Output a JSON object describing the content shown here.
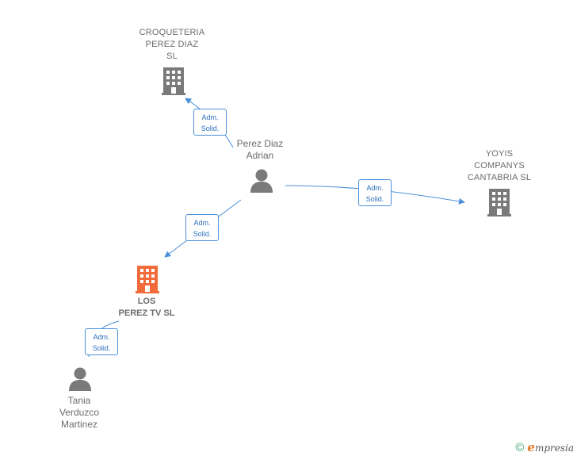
{
  "nodes": {
    "croqueteria": {
      "label": "CROQUETERIA\nPEREZ DIAZ\nSL",
      "type": "company",
      "color": "#7a7a7a"
    },
    "perez_diaz": {
      "label": "Perez Diaz\nAdrian",
      "type": "person",
      "color": "#7a7a7a"
    },
    "yoyis": {
      "label": "YOYIS\nCOMPANYS\nCANTABRIA  SL",
      "type": "company",
      "color": "#7a7a7a"
    },
    "los_perez": {
      "label": "LOS\nPEREZ TV  SL",
      "type": "company",
      "color": "#f26b3a"
    },
    "tania": {
      "label": "Tania\nVerduzco\nMartinez",
      "type": "person",
      "color": "#7a7a7a"
    }
  },
  "edges": [
    {
      "from": "perez_diaz",
      "to": "croqueteria",
      "label": "Adm.\nSolid."
    },
    {
      "from": "perez_diaz",
      "to": "yoyis",
      "label": "Adm.\nSolid."
    },
    {
      "from": "perez_diaz",
      "to": "los_perez",
      "label": "Adm.\nSolid."
    },
    {
      "from": "tania",
      "to": "los_perez",
      "label": "Adm.\nSolid."
    }
  ],
  "colors": {
    "edge": "#4a90d9",
    "label": "#6b6b6b",
    "focus_company": "#f26b3a"
  },
  "footer": {
    "copyright": "©",
    "brand_initial": "e",
    "brand_rest": "mpresia"
  }
}
